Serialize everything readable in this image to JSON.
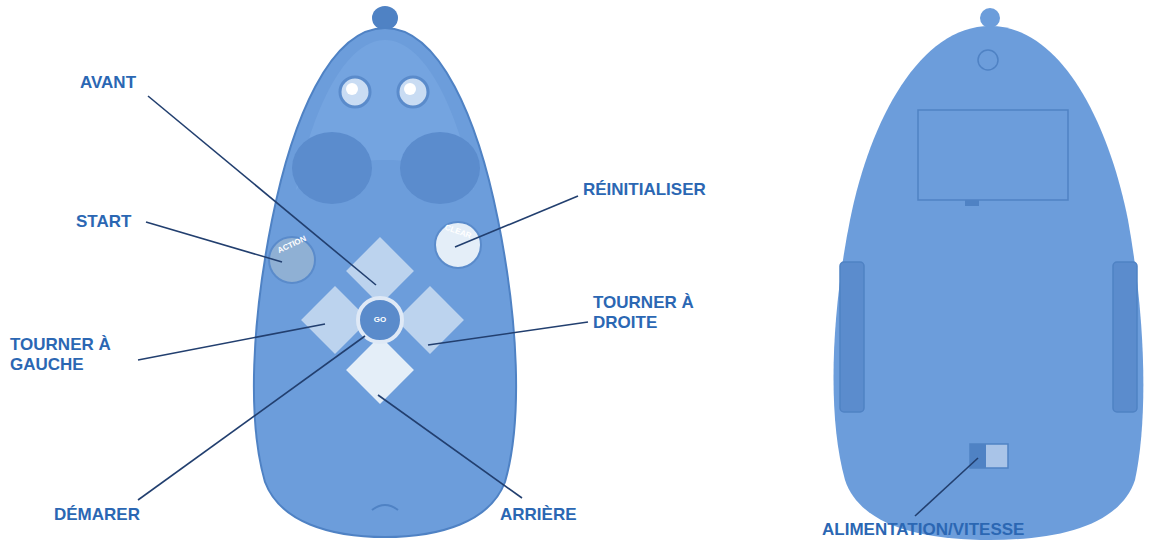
{
  "diagram": {
    "labels": [
      "AVANT",
      "START",
      "RÉINITIALISER",
      "TOURNER À GAUCHE",
      "TOURNER À DROITE",
      "DÉMARER",
      "ARRIÈRE",
      "ALIMENTATION/VITESSE",
      "ACTION",
      "CLEAR",
      "GO"
    ]
  }
}
